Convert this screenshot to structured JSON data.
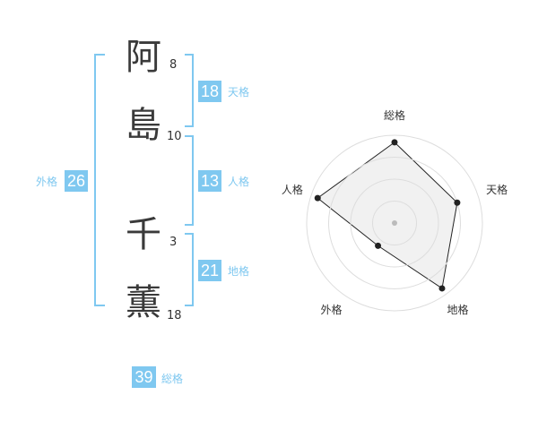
{
  "name_chars": [
    {
      "char": "阿",
      "strokes": "8"
    },
    {
      "char": "島",
      "strokes": "10"
    },
    {
      "char": "千",
      "strokes": "3"
    },
    {
      "char": "薫",
      "strokes": "18"
    }
  ],
  "kaku": {
    "tenkaku": {
      "value": "18",
      "label": "天格"
    },
    "jinkaku": {
      "value": "13",
      "label": "人格"
    },
    "chikaku": {
      "value": "21",
      "label": "地格"
    },
    "gaikaku": {
      "value": "26",
      "label": "外格"
    },
    "soukaku": {
      "value": "39",
      "label": "総格"
    }
  },
  "chart_data": {
    "type": "radar",
    "axes": [
      "総格",
      "天格",
      "地格",
      "外格",
      "人格"
    ],
    "values": [
      0.92,
      0.75,
      0.92,
      0.32,
      0.92
    ],
    "rings": 4,
    "colors": {
      "fill": "#eeeeee",
      "stroke": "#222222",
      "ring": "#dddddd",
      "point": "#222222",
      "center": "#bbbbbb"
    }
  }
}
